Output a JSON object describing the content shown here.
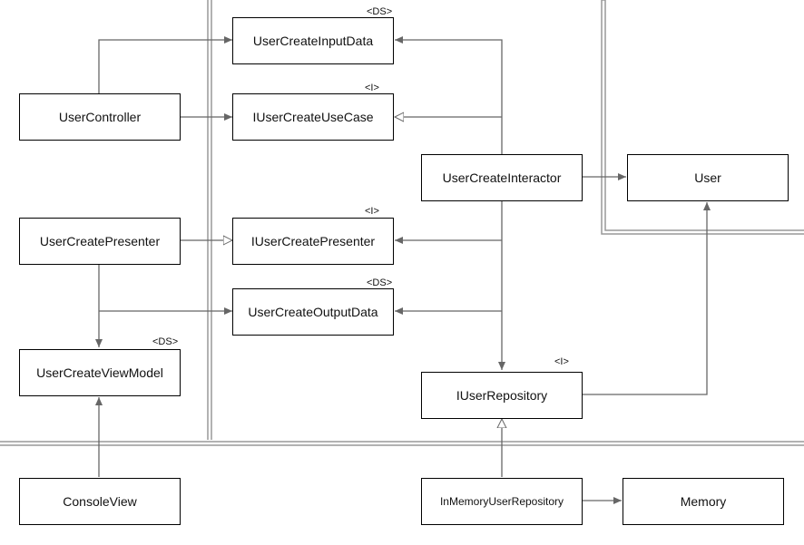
{
  "diagram": {
    "nodes": {
      "user_create_input_data": {
        "label": "UserCreateInputData",
        "stereotype": "<DS>"
      },
      "i_user_create_use_case": {
        "label": "IUserCreateUseCase",
        "stereotype": "<I>"
      },
      "user_controller": {
        "label": "UserController"
      },
      "user_create_interactor": {
        "label": "UserCreateInteractor"
      },
      "user": {
        "label": "User"
      },
      "user_create_presenter": {
        "label": "UserCreatePresenter"
      },
      "i_user_create_presenter": {
        "label": "IUserCreatePresenter",
        "stereotype": "<I>"
      },
      "user_create_output_data": {
        "label": "UserCreateOutputData",
        "stereotype": "<DS>"
      },
      "user_create_view_model": {
        "label": "UserCreateViewModel",
        "stereotype": "<DS>"
      },
      "i_user_repository": {
        "label": "IUserRepository",
        "stereotype": "<I>"
      },
      "console_view": {
        "label": "ConsoleView"
      },
      "in_memory_user_repository": {
        "label": "InMemoryUserRepository"
      },
      "memory": {
        "label": "Memory"
      }
    },
    "edges": [
      {
        "from": "user_controller",
        "to": "user_create_input_data",
        "kind": "dependency"
      },
      {
        "from": "user_controller",
        "to": "i_user_create_use_case",
        "kind": "dependency"
      },
      {
        "from": "user_create_interactor",
        "to": "user_create_input_data",
        "kind": "dependency"
      },
      {
        "from": "user_create_interactor",
        "to": "i_user_create_use_case",
        "kind": "realization"
      },
      {
        "from": "user_create_interactor",
        "to": "user",
        "kind": "dependency"
      },
      {
        "from": "user_create_interactor",
        "to": "i_user_create_presenter",
        "kind": "dependency"
      },
      {
        "from": "user_create_interactor",
        "to": "user_create_output_data",
        "kind": "dependency"
      },
      {
        "from": "user_create_interactor",
        "to": "i_user_repository",
        "kind": "dependency"
      },
      {
        "from": "user_create_presenter",
        "to": "i_user_create_presenter",
        "kind": "realization"
      },
      {
        "from": "user_create_presenter",
        "to": "user_create_output_data",
        "kind": "dependency"
      },
      {
        "from": "user_create_presenter",
        "to": "user_create_view_model",
        "kind": "dependency"
      },
      {
        "from": "console_view",
        "to": "user_create_view_model",
        "kind": "dependency"
      },
      {
        "from": "i_user_repository",
        "to": "user",
        "kind": "dependency"
      },
      {
        "from": "in_memory_user_repository",
        "to": "i_user_repository",
        "kind": "realization"
      },
      {
        "from": "in_memory_user_repository",
        "to": "memory",
        "kind": "dependency"
      }
    ],
    "colors": {
      "line": "#666666",
      "box_border": "#000000",
      "text": "#111111",
      "background": "#ffffff"
    }
  }
}
